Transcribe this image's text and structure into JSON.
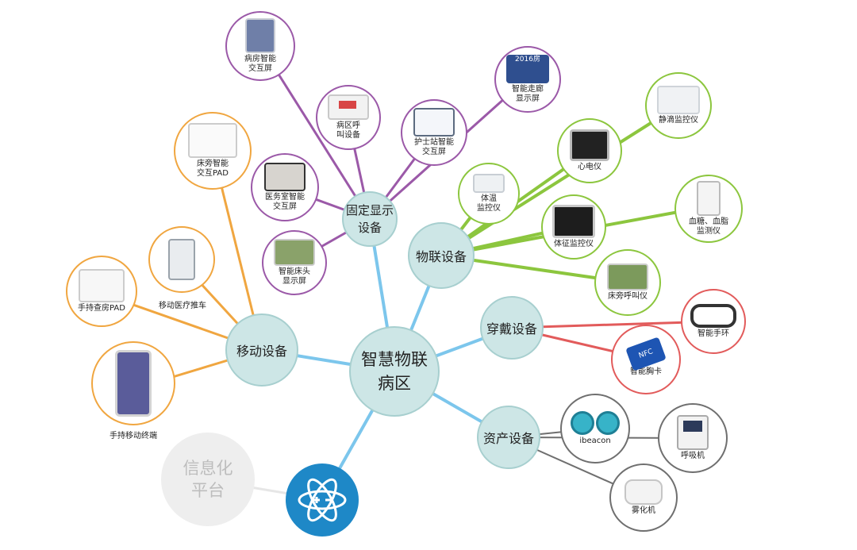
{
  "center": {
    "label": "智慧物联\n病区"
  },
  "hubs": {
    "fixed_display": {
      "label": "固定显示\n设备"
    },
    "iot": {
      "label": "物联设备"
    },
    "wearable": {
      "label": "穿戴设备"
    },
    "asset": {
      "label": "资产设备"
    },
    "mobile": {
      "label": "移动设备"
    }
  },
  "platform": {
    "label": "信息化\n平台"
  },
  "fixed_display_items": [
    {
      "label": "病房智能\n交互屏"
    },
    {
      "label": "病区呼\n叫设备"
    },
    {
      "label": "智能走廊\n显示屏",
      "screen_text": "2016房"
    },
    {
      "label": "护士站智能\n交互屏"
    },
    {
      "label": "医务室智能\n交互屏"
    },
    {
      "label": "智能床头\n显示屏"
    }
  ],
  "iot_items": [
    {
      "label": "静滴监控仪"
    },
    {
      "label": "心电仪"
    },
    {
      "label": "体温\n监控仪"
    },
    {
      "label": "血糖、血脂\n监测仪"
    },
    {
      "label": "体征监控仪"
    },
    {
      "label": "床旁呼叫仪"
    }
  ],
  "wearable_items": [
    {
      "label": "智能手环"
    },
    {
      "label": "智能胸卡",
      "card_text": "NFC"
    }
  ],
  "asset_items": [
    {
      "label": "ibeacon"
    },
    {
      "label": "呼吸机"
    },
    {
      "label": "雾化机"
    }
  ],
  "mobile_items": [
    {
      "label": "床旁智能\n交互PAD"
    },
    {
      "label": "移动医疗推车"
    },
    {
      "label": "手持查房PAD"
    },
    {
      "label": "手持移动终端"
    }
  ],
  "colors": {
    "hub_fill": "#cde6e6",
    "purple": "#9b59a8",
    "green": "#8cc63e",
    "orange": "#f0a640",
    "red": "#e25b5b",
    "gray": "#6f6f6f",
    "blue": "#5ab4e6",
    "logo": "#1e88c7"
  },
  "icons": {
    "logo": "atom-plus-minus-icon"
  }
}
